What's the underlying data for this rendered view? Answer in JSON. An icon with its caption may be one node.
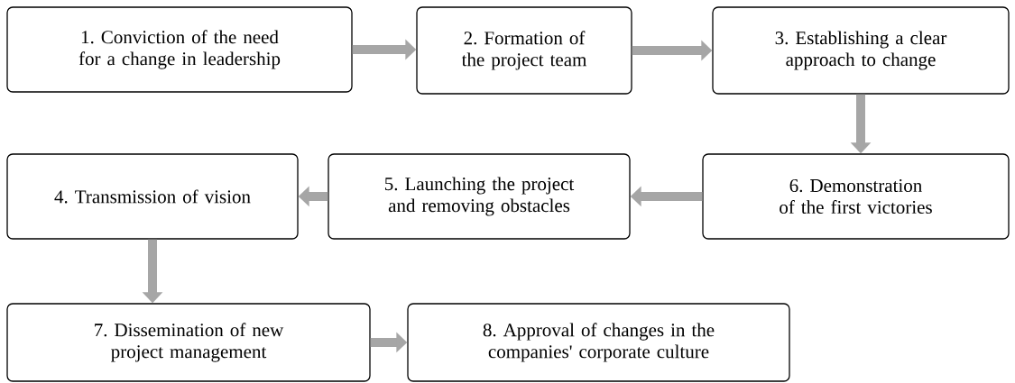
{
  "diagram": {
    "nodes": [
      {
        "text": [
          "1. Conviction of the need for a change in leadership"
        ]
      },
      {
        "text": [
          "2. Formation of the project team"
        ]
      },
      {
        "text": [
          "3. Establishing a clear approach to change"
        ]
      },
      {
        "text": [
          "4. Transmission of vision"
        ]
      },
      {
        "text": [
          "5. Launching the project and removing obstacles"
        ]
      },
      {
        "text": [
          "6. Demonstration of the first victories"
        ]
      },
      {
        "text": [
          "7. Dissemination of new project management"
        ]
      },
      {
        "text": [
          "8. Approval of changes in the companies' corporate culture"
        ]
      }
    ],
    "edges": [
      {
        "from": 0,
        "to": 1,
        "arrow": "to"
      },
      {
        "from": 1,
        "to": 2,
        "arrow": "to"
      },
      {
        "from": 2,
        "to": 5,
        "arrow": "to"
      },
      {
        "from": 5,
        "to": 4,
        "arrow": "to"
      },
      {
        "from": 4,
        "to": 3,
        "arrow": "to"
      },
      {
        "from": 3,
        "to": 6,
        "arrow": "to"
      },
      {
        "from": 6,
        "to": 7,
        "arrow": "to"
      }
    ]
  }
}
